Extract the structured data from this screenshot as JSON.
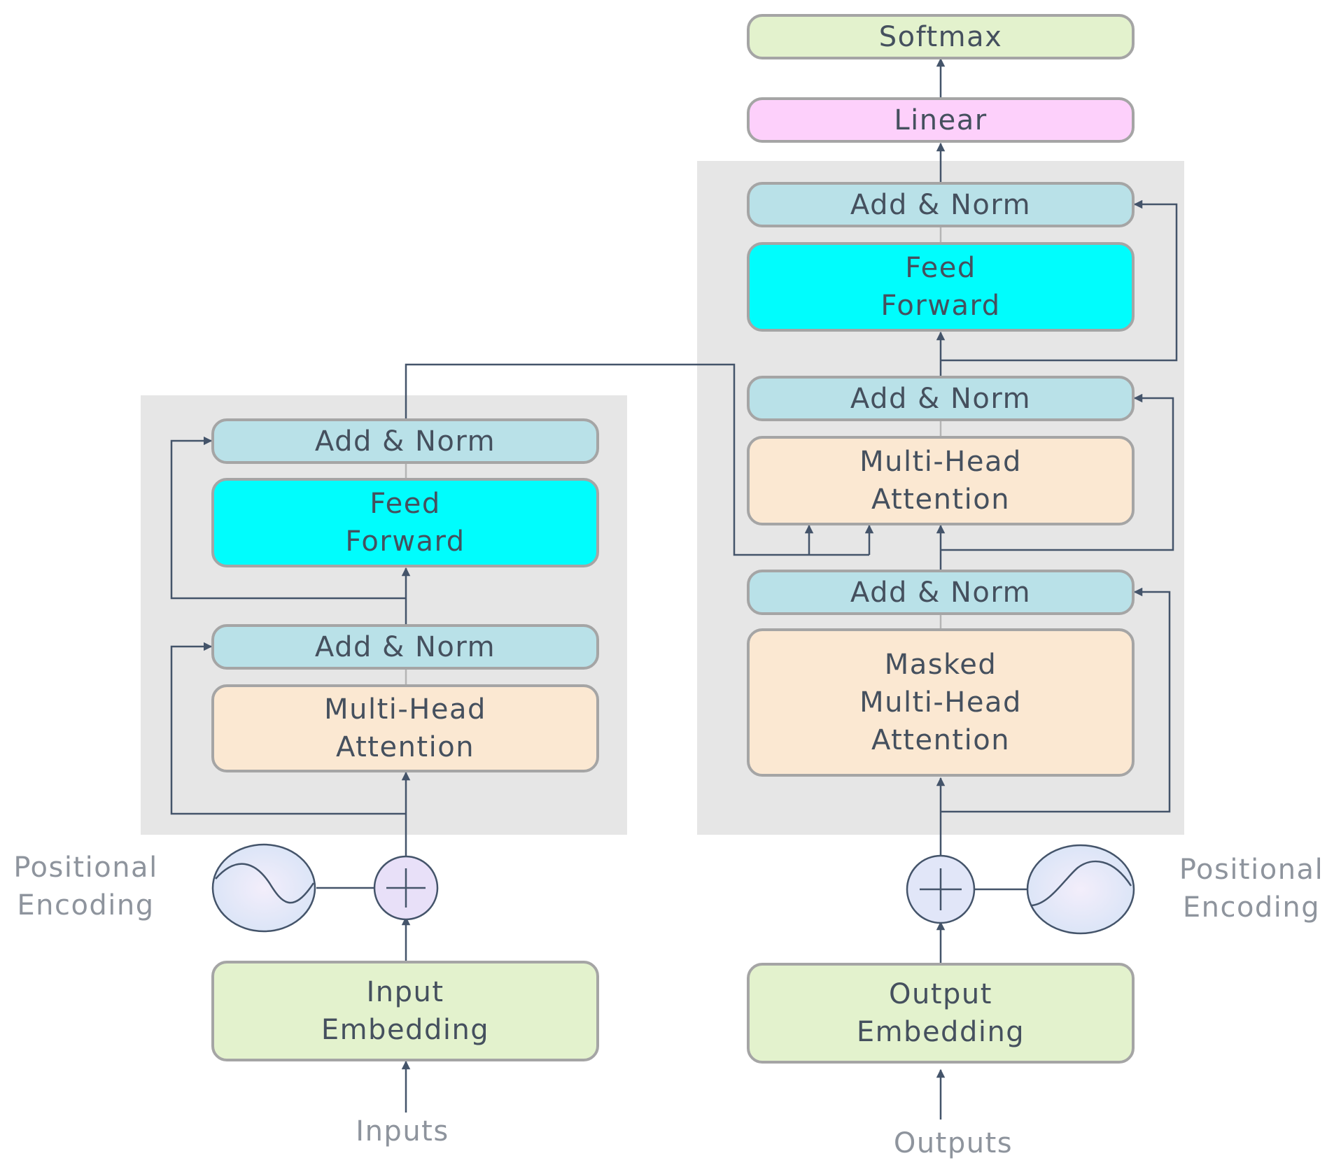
{
  "encoder": {
    "add_norm_top": "Add & Norm",
    "feed_forward": [
      "Feed",
      "Forward"
    ],
    "add_norm_bottom": "Add & Norm",
    "attention": [
      "Multi-Head",
      "Attention"
    ],
    "embedding": [
      "Input",
      "Embedding"
    ],
    "positional_label": [
      "Positional",
      "Encoding"
    ],
    "input_label": "Inputs"
  },
  "decoder": {
    "softmax": "Softmax",
    "linear": "Linear",
    "add_norm_top": "Add & Norm",
    "feed_forward": [
      "Feed",
      "Forward"
    ],
    "add_norm_middle": "Add & Norm",
    "attention": [
      "Multi-Head",
      "Attention"
    ],
    "add_norm_bottom": "Add & Norm",
    "masked_attention": [
      "Masked",
      "Multi-Head",
      "Attention"
    ],
    "embedding": [
      "Output",
      "Embedding"
    ],
    "positional_label": [
      "Positional",
      "Encoding"
    ],
    "output_label": "Outputs"
  },
  "colors": {
    "embedding": "#e3f2cd",
    "linear": "#fdd0fb",
    "add_norm": "#b9e1e8",
    "feed_forward": "#00fdfd",
    "attention": "#fbe8d2",
    "stack_background": "#e6e6e6",
    "wire": "#44546a",
    "box_border": "#a5a5a5"
  },
  "icons": [
    "sine-wave-icon",
    "plus-icon"
  ]
}
